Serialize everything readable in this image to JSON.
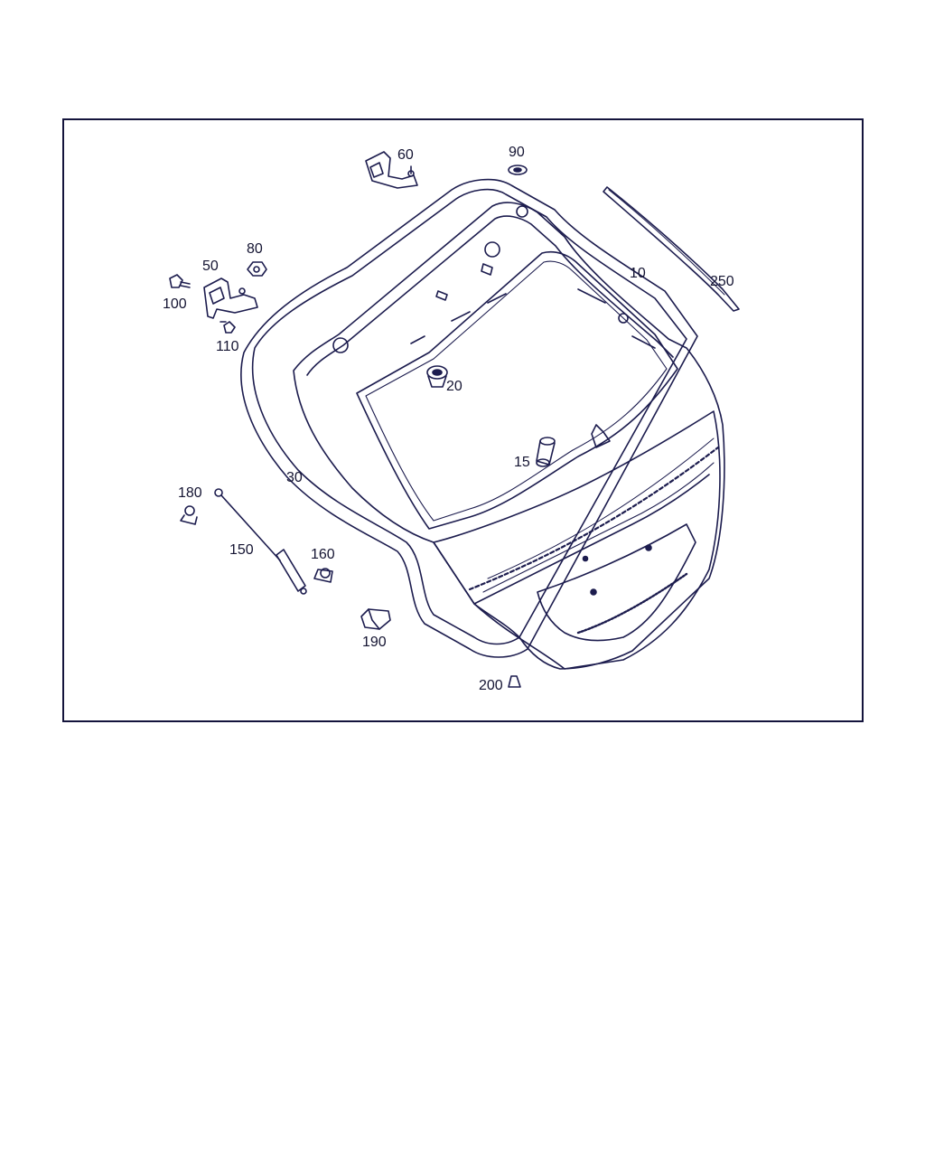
{
  "colors": {
    "line": "#1c1c4e",
    "frame": "#14143c",
    "label": "#141432",
    "background": "#ffffff"
  },
  "callouts": {
    "c10": "10",
    "c15": "15",
    "c20": "20",
    "c30": "30",
    "c50": "50",
    "c60": "60",
    "c80": "80",
    "c90": "90",
    "c100": "100",
    "c110": "110",
    "c150": "150",
    "c160": "160",
    "c180": "180",
    "c190": "190",
    "c200": "200",
    "c250": "250"
  }
}
